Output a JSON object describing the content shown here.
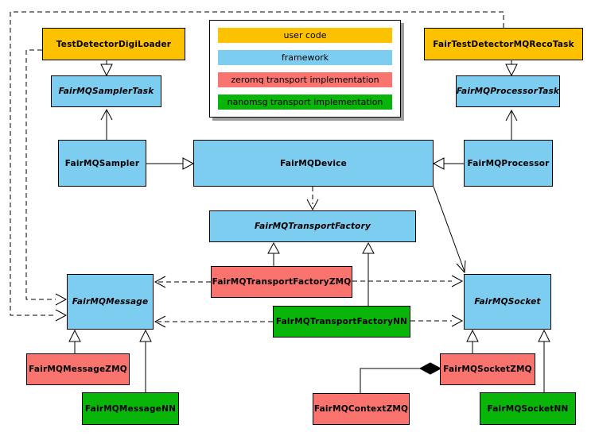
{
  "legend": {
    "items": [
      {
        "id": "user-code",
        "label": "user code",
        "color": "#FCC200"
      },
      {
        "id": "framework",
        "label": "framework",
        "color": "#7DCDF1"
      },
      {
        "id": "zeromq",
        "label": "zeromq transport implementation",
        "color": "#F9736F"
      },
      {
        "id": "nanomsg",
        "label": "nanomsg transport implementation",
        "color": "#09B509"
      }
    ]
  },
  "nodes": {
    "testDetectorDigiLoader": {
      "label": "TestDetectorDigiLoader",
      "category": "user code",
      "color": "#FCC200",
      "abstract": false
    },
    "fairMQSamplerTask": {
      "label": "FairMQSamplerTask",
      "category": "framework",
      "color": "#7DCDF1",
      "abstract": true
    },
    "fairMQSampler": {
      "label": "FairMQSampler",
      "category": "framework",
      "color": "#7DCDF1",
      "abstract": false
    },
    "fairMQDevice": {
      "label": "FairMQDevice",
      "category": "framework",
      "color": "#7DCDF1",
      "abstract": false
    },
    "fairTestDetectorMQRecoTask": {
      "label": "FairTestDetectorMQRecoTask",
      "category": "user code",
      "color": "#FCC200",
      "abstract": false
    },
    "fairMQProcessorTask": {
      "label": "FairMQProcessorTask",
      "category": "framework",
      "color": "#7DCDF1",
      "abstract": true
    },
    "fairMQProcessor": {
      "label": "FairMQProcessor",
      "category": "framework",
      "color": "#7DCDF1",
      "abstract": false
    },
    "fairMQTransportFactory": {
      "label": "FairMQTransportFactory",
      "category": "framework",
      "color": "#7DCDF1",
      "abstract": true
    },
    "fairMQTransportFactoryZMQ": {
      "label": "FairMQTransportFactoryZMQ",
      "category": "zeromq",
      "color": "#F9736F",
      "abstract": false
    },
    "fairMQTransportFactoryNN": {
      "label": "FairMQTransportFactoryNN",
      "category": "nanomsg",
      "color": "#09B509",
      "abstract": false
    },
    "fairMQMessage": {
      "label": "FairMQMessage",
      "category": "framework",
      "color": "#7DCDF1",
      "abstract": true
    },
    "fairMQSocket": {
      "label": "FairMQSocket",
      "category": "framework",
      "color": "#7DCDF1",
      "abstract": true
    },
    "fairMQMessageZMQ": {
      "label": "FairMQMessageZMQ",
      "category": "zeromq",
      "color": "#F9736F",
      "abstract": false
    },
    "fairMQMessageNN": {
      "label": "FairMQMessageNN",
      "category": "nanomsg",
      "color": "#09B509",
      "abstract": false
    },
    "fairMQSocketZMQ": {
      "label": "FairMQSocketZMQ",
      "category": "zeromq",
      "color": "#F9736F",
      "abstract": false
    },
    "fairMQSocketNN": {
      "label": "FairMQSocketNN",
      "category": "nanomsg",
      "color": "#09B509",
      "abstract": false
    },
    "fairMQContextZMQ": {
      "label": "FairMQContextZMQ",
      "category": "zeromq",
      "color": "#F9736F",
      "abstract": false
    }
  },
  "relationships": [
    {
      "from": "TestDetectorDigiLoader",
      "to": "FairMQSamplerTask",
      "type": "generalization",
      "style": "solid"
    },
    {
      "from": "FairMQSampler",
      "to": "FairMQSamplerTask",
      "type": "association",
      "style": "solid"
    },
    {
      "from": "FairMQSampler",
      "to": "FairMQDevice",
      "type": "generalization",
      "style": "solid"
    },
    {
      "from": "FairTestDetectorMQRecoTask",
      "to": "FairMQProcessorTask",
      "type": "generalization",
      "style": "solid"
    },
    {
      "from": "FairMQProcessor",
      "to": "FairMQProcessorTask",
      "type": "association",
      "style": "solid"
    },
    {
      "from": "FairMQProcessor",
      "to": "FairMQDevice",
      "type": "generalization",
      "style": "solid"
    },
    {
      "from": "FairMQDevice",
      "to": "FairMQTransportFactory",
      "type": "dependency",
      "style": "dashed"
    },
    {
      "from": "FairMQDevice",
      "to": "FairMQSocket",
      "type": "association",
      "style": "solid"
    },
    {
      "from": "FairMQTransportFactoryZMQ",
      "to": "FairMQTransportFactory",
      "type": "generalization",
      "style": "solid"
    },
    {
      "from": "FairMQTransportFactoryNN",
      "to": "FairMQTransportFactory",
      "type": "generalization",
      "style": "solid"
    },
    {
      "from": "FairMQTransportFactoryZMQ",
      "to": "FairMQMessage",
      "type": "dependency",
      "style": "dashed"
    },
    {
      "from": "FairMQTransportFactoryZMQ",
      "to": "FairMQSocket",
      "type": "dependency",
      "style": "dashed"
    },
    {
      "from": "FairMQTransportFactoryNN",
      "to": "FairMQMessage",
      "type": "dependency",
      "style": "dashed"
    },
    {
      "from": "FairMQTransportFactoryNN",
      "to": "FairMQSocket",
      "type": "dependency",
      "style": "dashed"
    },
    {
      "from": "TestDetectorDigiLoader",
      "to": "FairMQMessage",
      "type": "dependency",
      "style": "dashed"
    },
    {
      "from": "FairTestDetectorMQRecoTask",
      "to": "FairMQMessage",
      "type": "dependency",
      "style": "dashed"
    },
    {
      "from": "FairMQMessageZMQ",
      "to": "FairMQMessage",
      "type": "generalization",
      "style": "solid"
    },
    {
      "from": "FairMQMessageNN",
      "to": "FairMQMessage",
      "type": "generalization",
      "style": "solid"
    },
    {
      "from": "FairMQSocketZMQ",
      "to": "FairMQSocket",
      "type": "generalization",
      "style": "solid"
    },
    {
      "from": "FairMQSocketNN",
      "to": "FairMQSocket",
      "type": "generalization",
      "style": "solid"
    },
    {
      "from": "FairMQContextZMQ",
      "to": "FairMQSocketZMQ",
      "type": "composition",
      "style": "solid"
    }
  ]
}
